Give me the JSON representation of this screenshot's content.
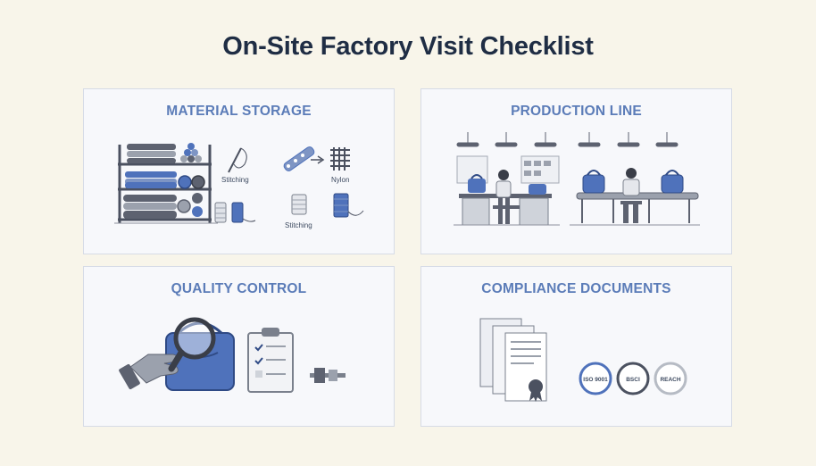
{
  "page": {
    "title": "On-Site Factory Visit Checklist"
  },
  "panels": [
    {
      "title": "MATERIAL STORAGE",
      "labels": {
        "stitching_top": "Stitching",
        "nylon": "Nylon",
        "stitching_bottom": "Stitching"
      }
    },
    {
      "title": "PRODUCTION LINE"
    },
    {
      "title": "QUALITY CONTROL"
    },
    {
      "title": "COMPLIANCE DOCUMENTS",
      "badges": [
        "ISO 9001",
        "BSCI",
        "REACH"
      ]
    }
  ],
  "colors": {
    "accent": "#5b7cb8",
    "blue": "#4f72bb",
    "dark": "#4b5160",
    "gray": "#9aa0ab",
    "title": "#1f2d44"
  }
}
